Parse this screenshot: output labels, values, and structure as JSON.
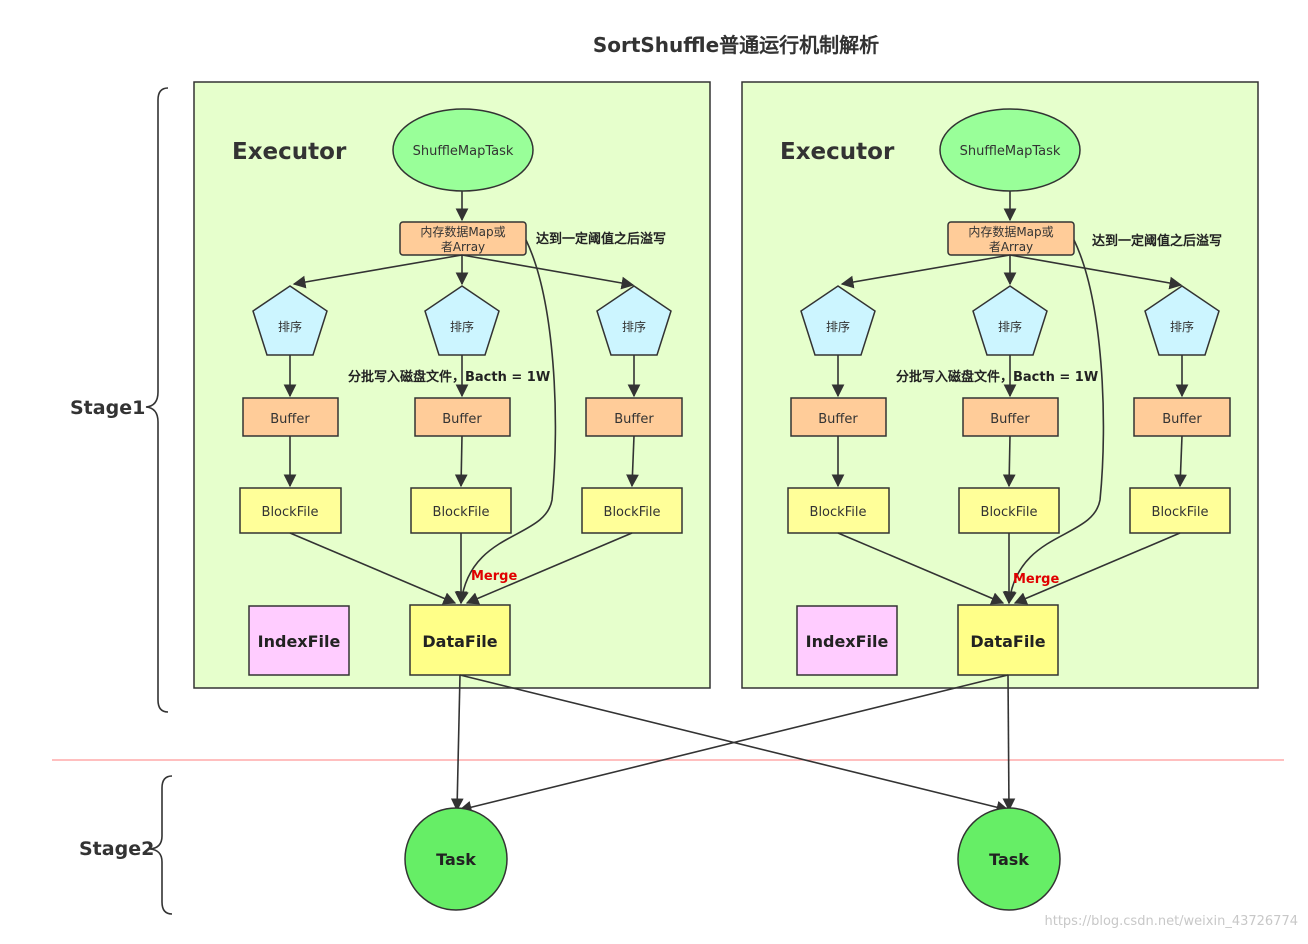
{
  "title": "SortShuffle普通运行机制解析",
  "stage1_label": "Stage1",
  "stage2_label": "Stage2",
  "executors": [
    {
      "label": "Executor",
      "task": "ShuffleMapTask",
      "memory_line1": "内存数据Map或",
      "memory_line2": "者Array",
      "spill_note": "达到一定阈值之后溢写",
      "sort_labels": [
        "排序",
        "排序",
        "排序"
      ],
      "batch_note": "分批写入磁盘文件，Bacth = 1W",
      "buffer_labels": [
        "Buffer",
        "Buffer",
        "Buffer"
      ],
      "blockfile_labels": [
        "BlockFile",
        "BlockFile",
        "BlockFile"
      ],
      "merge": "Merge",
      "index_file": "IndexFile",
      "data_file": "DataFile"
    },
    {
      "label": "Executor",
      "task": "ShuffleMapTask",
      "memory_line1": "内存数据Map或",
      "memory_line2": "者Array",
      "spill_note": "达到一定阈值之后溢写",
      "sort_labels": [
        "排序",
        "排序",
        "排序"
      ],
      "batch_note": "分批写入磁盘文件，Bacth = 1W",
      "buffer_labels": [
        "Buffer",
        "Buffer",
        "Buffer"
      ],
      "blockfile_labels": [
        "BlockFile",
        "BlockFile",
        "BlockFile"
      ],
      "merge": "Merge",
      "index_file": "IndexFile",
      "data_file": "DataFile"
    }
  ],
  "tasks": [
    "Task",
    "Task"
  ],
  "watermark": "https://blog.csdn.net/weixin_43726774",
  "colors": {
    "executor_bg": "#e6ffcc",
    "task_ellipse": "#99ff99",
    "memory_box": "#ffcc99",
    "pentagon": "#ccf5ff",
    "buffer": "#ffcc99",
    "blockfile": "#ffff99",
    "indexfile": "#ffccff",
    "datafile": "#ffff88",
    "stage2_task": "#66ee66",
    "separator": "#ff9999",
    "merge_text": "#e00000"
  }
}
